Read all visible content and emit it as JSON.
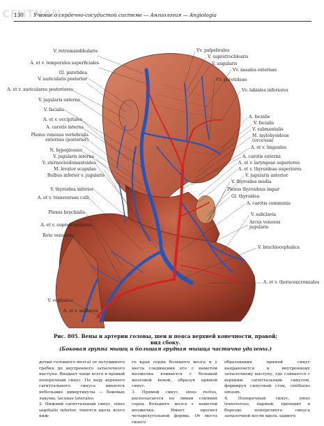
{
  "header": {
    "page_number": "130",
    "running_title": "Учение о сердечно-сосудистой системе — Ангиология — Angiologia"
  },
  "watermark": "CEHTNAN",
  "figure": {
    "labels_left": [
      "V. retromandibularis",
      "A. et v. temporales superficiales",
      "Gl. parotidea",
      "V. auricularis posterior",
      "A. et v. auriculares posteriores",
      "V. jugularis externa",
      "V. facialis",
      "A. et v. occipitales",
      "A. carotis interna",
      "Plexus venosus vertebralis externus (posterior)",
      "N. hypoglossus",
      "V. jugularis interna",
      "V. sternocleidomastoidea",
      "M. levator scapulae",
      "Bulbus inferior v. jugularis",
      "V. thyroidea inferior",
      "A. et v. transversae colli",
      "Plexus brachialis",
      "A. et v. suprascapulares",
      "Rete venosum",
      "V. cephalica",
      "A. et v. axillares"
    ],
    "labels_right": [
      "Vv. palpebrales",
      "V. supratrochlearis",
      "V. angularis",
      "Vv. nasales externae",
      "Vv. parotideae",
      "Vv. labiales inferiores",
      "A. facialis",
      "V. facialis",
      "V. submentalis",
      "M. mylohyoideus (отсечен)",
      "A. et v. linguales",
      "A. carotis externa",
      "A. et v. laryngeae superiores",
      "A. et v. thyroideae superiores",
      "V. jugularis anterior",
      "V. thyroidea media",
      "Plexus thyroideus impar",
      "Gl. thyroidea",
      "A. carotis communis",
      "V. subclavia",
      "Arcus venosus jugularis",
      "V. brachiocephalica",
      "A. et v. thoracoacromiales"
    ]
  },
  "caption": {
    "title": "Рис. 805. Вены и артерии головы, шеи и пояса верхней конечности, правой; вид сбоку.",
    "subtitle": "(Боковая группа мышц и большая грудная мышца частично удалены.)"
  },
  "body": {
    "col1_p1": "дочки головного мозга) от петушиного гребня до внутреннего затылочного выступа. Впадает чаще всего в правый поперечный синус. По ходу верхнего сагиттального синуса имеются небольшие дивертикулы — боковые лакуны, lacunae laterales.",
    "col1_p2": "2. Нижний сагиттальный синус, sinus sagittalis inferior, тянется вдоль всего ниж-",
    "col2_p1": "го края серпа большого мозга и у места соединения его с наметом мозжечка вливается с большой мозговой веной, образуя прямой синус.",
    "col2_p2": "3. Прямой синус, sinus rectus, располагается по линии слияния серпа большого мозга с наметом мозжечка. Имеет просвет четырехугольной формы. От места своего",
    "col3_p1": "образования прямой синус направляется к внутреннему затылочному выступу, где сливается с верхним сагиттальным синусом, формируя синусный сток, confluens sinuum.",
    "col3_p2": "4. Поперечный синус, sinus transversus, парный, проходит в борозде поперечного синуса затылочной кости вдоль заднего"
  }
}
